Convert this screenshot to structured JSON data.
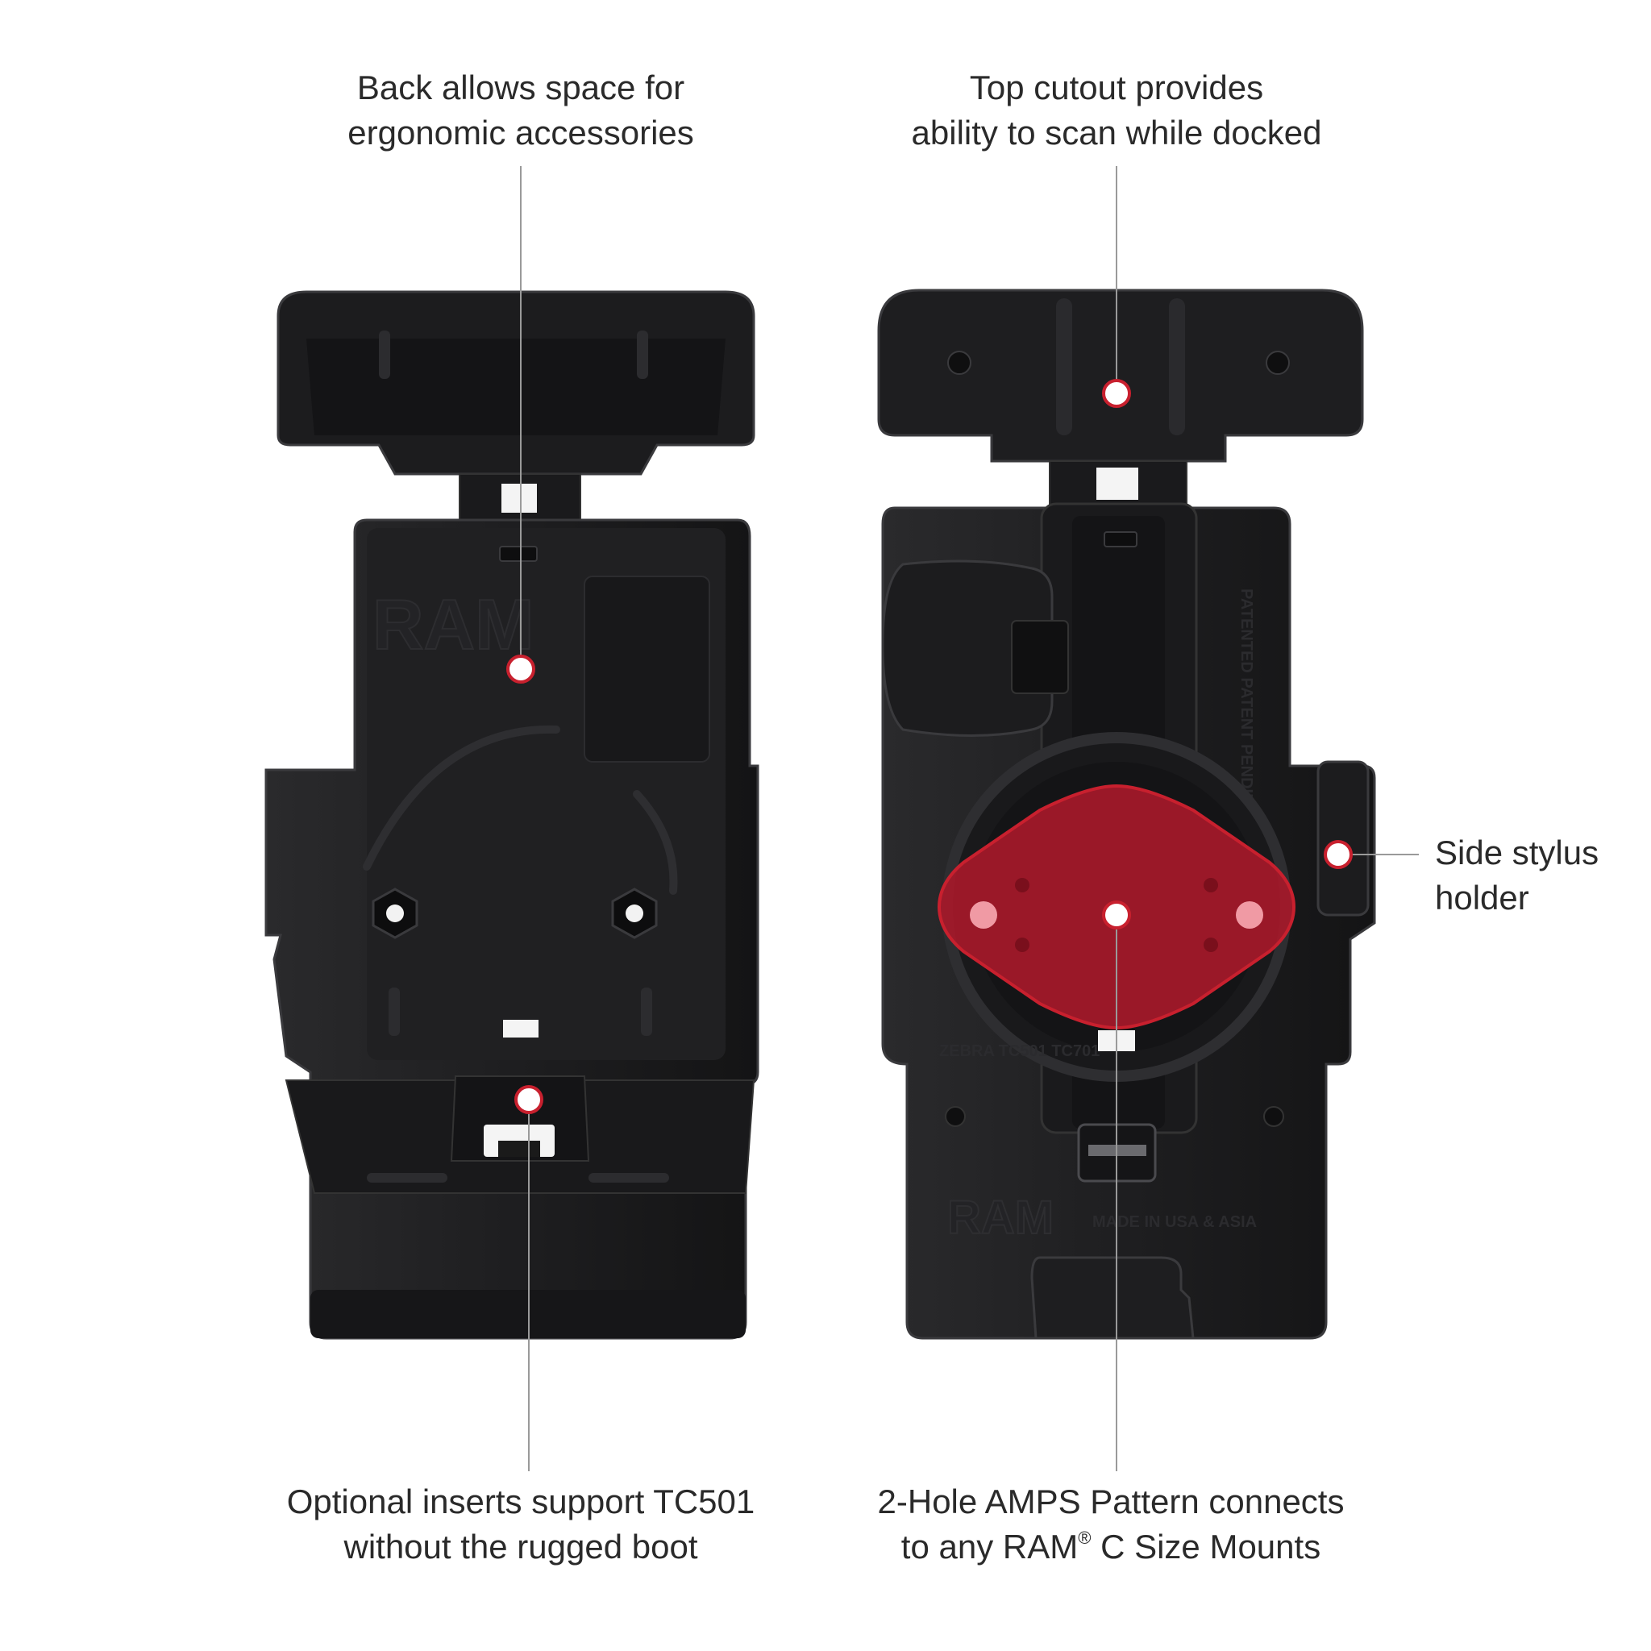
{
  "callouts": {
    "back": {
      "line1": "Back allows space for",
      "line2": "ergonomic accessories"
    },
    "top": {
      "line1": "Top cutout provides",
      "line2": "ability to scan while docked"
    },
    "side": {
      "line1": "Side stylus",
      "line2": "holder"
    },
    "inserts": {
      "line1": "Optional inserts support TC501",
      "line2": "without the rugged boot"
    },
    "amps": {
      "line1": "2-Hole AMPS Pattern connects",
      "line2_a": "to any RAM",
      "line2_reg": "®",
      "line2_b": " C Size Mounts"
    }
  },
  "product_markings": {
    "left_logo": "RAM",
    "right_logo": "RAM",
    "made_in": "MADE IN USA & ASIA",
    "model": "ZEBRA TC501 TC701",
    "patent": "PATENTED PATENT PENDING RAMMOUNT.COM/IP"
  },
  "colors": {
    "cradle_body": "#1f1f21",
    "cradle_dark": "#121213",
    "cradle_edge": "#38383b",
    "accent_red": "#c8202e",
    "plate_red": "#b01a2a",
    "leader_line": "#9a9a9a",
    "text": "#2a2a2a"
  }
}
